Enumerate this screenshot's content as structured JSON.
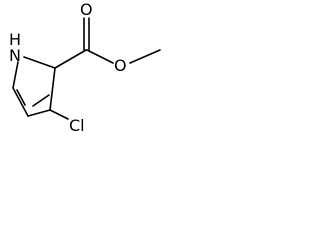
{
  "structure": {
    "atoms": {
      "nh": "H\nN",
      "nh_h": "H",
      "nh_n": "N",
      "o_carbonyl": "O",
      "o_ester": "O",
      "cl": "Cl"
    }
  },
  "colors": {
    "bond": "#000000",
    "label": "#000000",
    "background": "#ffffff"
  }
}
